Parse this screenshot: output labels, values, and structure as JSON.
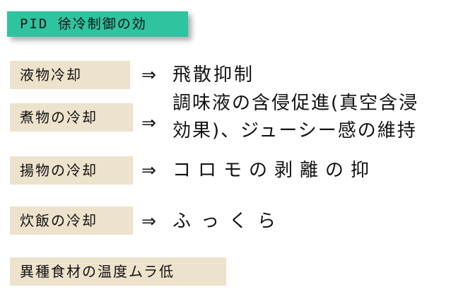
{
  "title": "PID 徐冷制御の効",
  "rows": [
    {
      "label": "液物冷却",
      "arrow": "⇒",
      "effect_lines": [
        "飛散抑制"
      ]
    },
    {
      "label": "煮物の冷却",
      "arrow": "⇒",
      "effect_lines": [
        "調味液の含侵促進(真空含浸",
        "効果)、ジューシー感の維持"
      ]
    },
    {
      "label": "揚物の冷却",
      "arrow": "⇒",
      "effect_lines": [
        "コロモの剥離の抑"
      ]
    },
    {
      "label": "炊飯の冷却",
      "arrow": "⇒",
      "effect_lines": [
        "ふっくら"
      ]
    }
  ],
  "footer_label": "異種食材の温度ムラ低",
  "colors": {
    "title_bg": "#2ec4a0",
    "label_bg": "#ede2cc",
    "text": "#111111"
  }
}
